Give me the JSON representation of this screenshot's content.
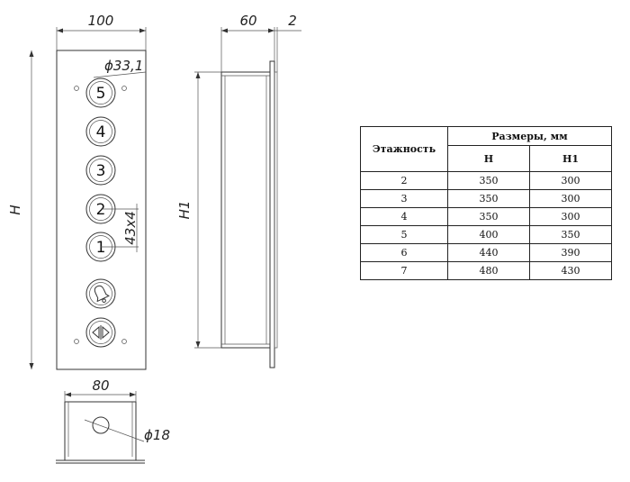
{
  "dimensions": {
    "panel_width": "100",
    "box_depth": "60",
    "plate_thickness": "2",
    "panel_height": "H",
    "box_height": "H1",
    "button_diameter": "ϕ33,1",
    "button_pitch": "43х4",
    "bottom_width": "80",
    "hole_diameter": "ϕ18"
  },
  "buttons": [
    {
      "label": "5"
    },
    {
      "label": "4"
    },
    {
      "label": "3"
    },
    {
      "label": "2"
    },
    {
      "label": "1"
    }
  ],
  "table": {
    "col_floors": "Этажность",
    "col_sizes": "Размеры, мм",
    "col_h": "H",
    "col_h1": "H1",
    "rows": [
      [
        "2",
        "350",
        "300"
      ],
      [
        "3",
        "350",
        "300"
      ],
      [
        "4",
        "350",
        "300"
      ],
      [
        "5",
        "400",
        "350"
      ],
      [
        "6",
        "440",
        "390"
      ],
      [
        "7",
        "480",
        "430"
      ]
    ]
  }
}
